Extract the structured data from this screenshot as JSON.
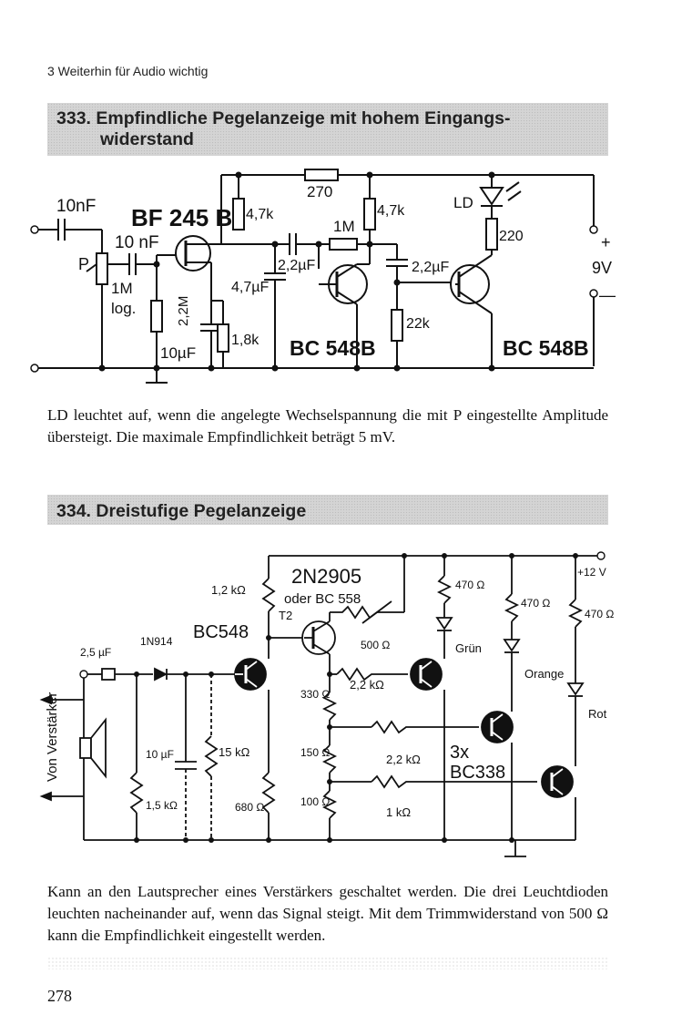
{
  "header": {
    "chapter": "3 Weiterhin für Audio wichtig"
  },
  "section1": {
    "title_line1": "333. Empfindliche Pegelanzeige mit hohem Eingangs-",
    "title_line2": "widerstand",
    "description": "LD leuchtet auf, wenn die angelegte Wechselspannung die mit P eingestellte Amplitude übersteigt. Die maximale Empfindlichkeit beträgt 5 mV.",
    "schematic_labels": {
      "c_in": "10nF",
      "jfet": "BF 245 B",
      "c2": "10 nF",
      "p": "P",
      "p_val": "1M",
      "p_log": "log.",
      "r_gate": "2,2M",
      "c_src": "10µF",
      "r_src": "1,8k",
      "r_drain": "4,7k",
      "c_drain": "4,7µF",
      "r_top": "270",
      "r_b": "1M",
      "c_couple": "2,2µF",
      "r_c1": "4,7k",
      "t1": "BC 548B",
      "c_out": "2,2µF",
      "r_22k": "22k",
      "ld": "LD",
      "r_220": "220",
      "t2": "BC 548B",
      "plus": "+",
      "v": "9V",
      "minus": "—"
    }
  },
  "section2": {
    "title": "334. Dreistufige Pegelanzeige",
    "description": "Kann an den Lautsprecher eines Verstärkers geschaltet werden. Die drei Leuchtdioden leuchten nacheinander auf, wenn das Signal steigt. Mit dem Trimmwiderstand von 500 Ω kann die Empfindlichkeit eingestellt werden.",
    "schematic_labels": {
      "pnp": "2N2905",
      "pnp_alt": "oder BC 558",
      "t2": "T2",
      "npn": "BC548",
      "r_12k": "1,2 kΩ",
      "diode": "1N914",
      "c_in": "2,5 µF",
      "source": "Von Verstärker",
      "c_10": "10 µF",
      "r_15k": "15 kΩ",
      "r_15": "1,5 kΩ",
      "r_680": "680 Ω",
      "trim": "500 Ω",
      "r_330": "330 Ω",
      "r_150": "150 Ω",
      "r_100": "100 Ω",
      "r_22k_a": "2,2 kΩ",
      "r_22k_b": "2,2 kΩ",
      "r_1k": "1 kΩ",
      "r_470_a": "470 Ω",
      "r_470_b": "470 Ω",
      "r_470_c": "470 Ω",
      "green": "Grün",
      "orange": "Orange",
      "red": "Rot",
      "trans3": "3x",
      "bc338": "BC338",
      "vcc": "+12 V"
    }
  },
  "page_number": "278"
}
